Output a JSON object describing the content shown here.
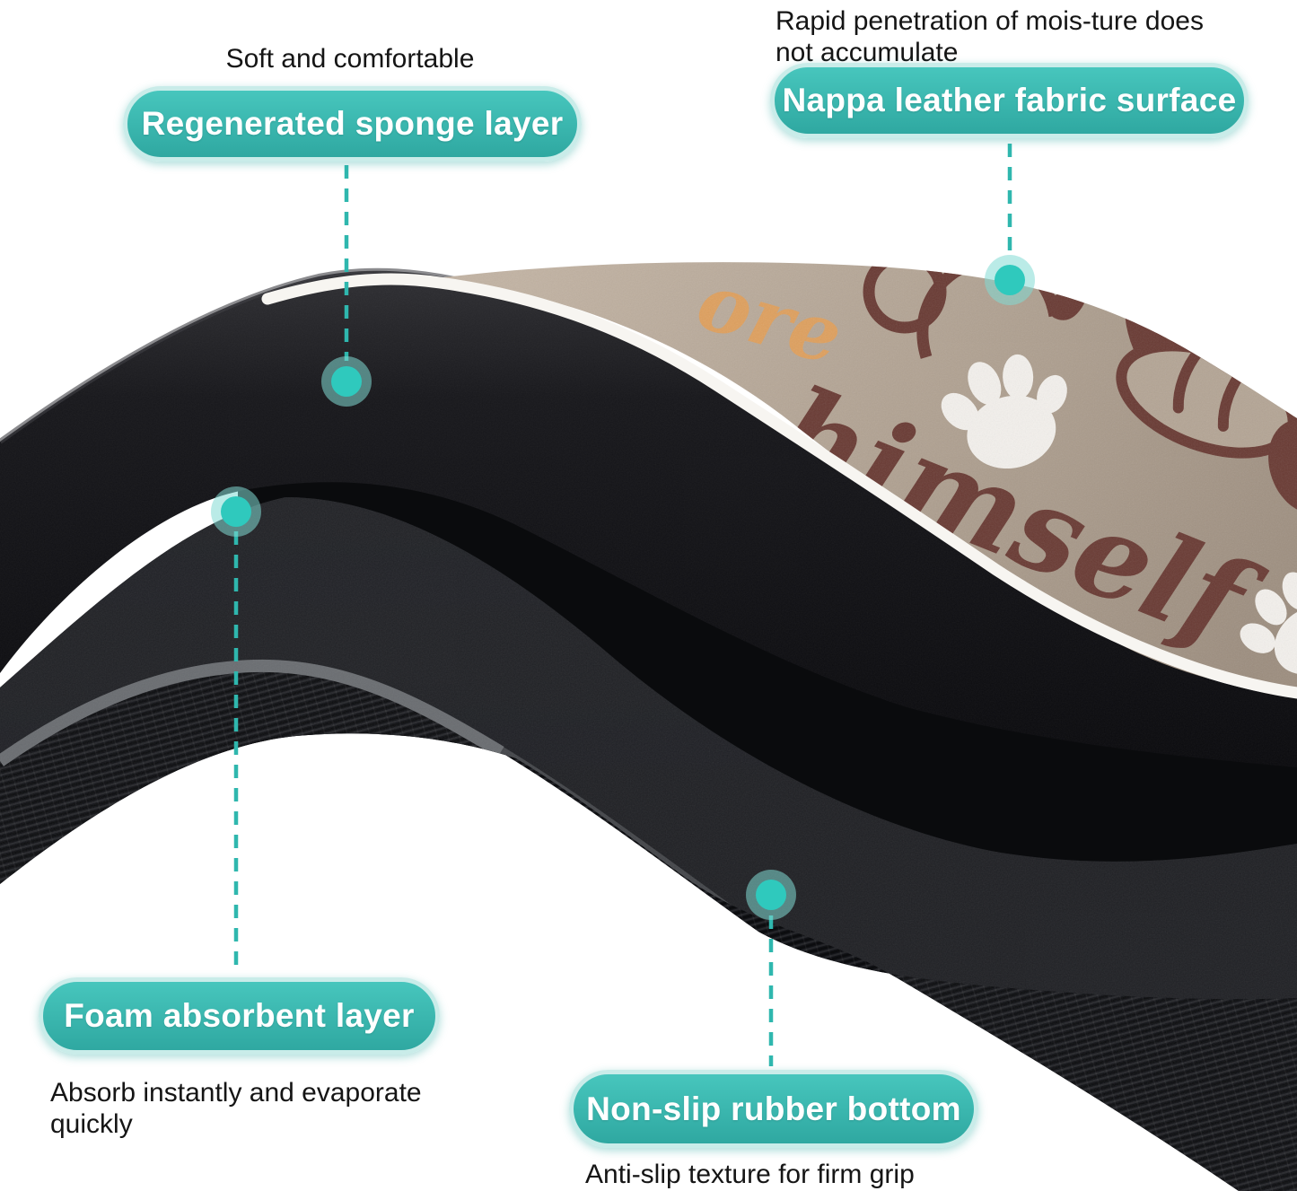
{
  "colors": {
    "accent_teal": "#2fb7ae",
    "pill_fill": "#3bbcb4",
    "pill_border": "#c9ece9",
    "caption_text": "#151515",
    "mat_surface_tan": "#b6a797",
    "print_brown": "#693a33",
    "print_orange": "#dfa05e",
    "edge_stripe_white": "#f7f5f1",
    "bottom_stripe_gray": "#6a6d71"
  },
  "callouts": {
    "sponge": {
      "caption": "Soft and comfortable",
      "label": "Regenerated sponge layer"
    },
    "nappa": {
      "caption_line1": "Rapid penetration of mois-ture does",
      "caption_line2": "not accumulate",
      "label": "Nappa leather fabric surface"
    },
    "foam": {
      "label": "Foam absorbent layer",
      "caption_line1": "Absorb instantly and evaporate",
      "caption_line2": "quickly"
    },
    "rubber": {
      "label": "Non-slip rubber bottom",
      "caption": "Anti-slip texture for firm grip"
    }
  },
  "mat_print": {
    "script_word_partial": "ore",
    "script_word_main": "himself"
  }
}
